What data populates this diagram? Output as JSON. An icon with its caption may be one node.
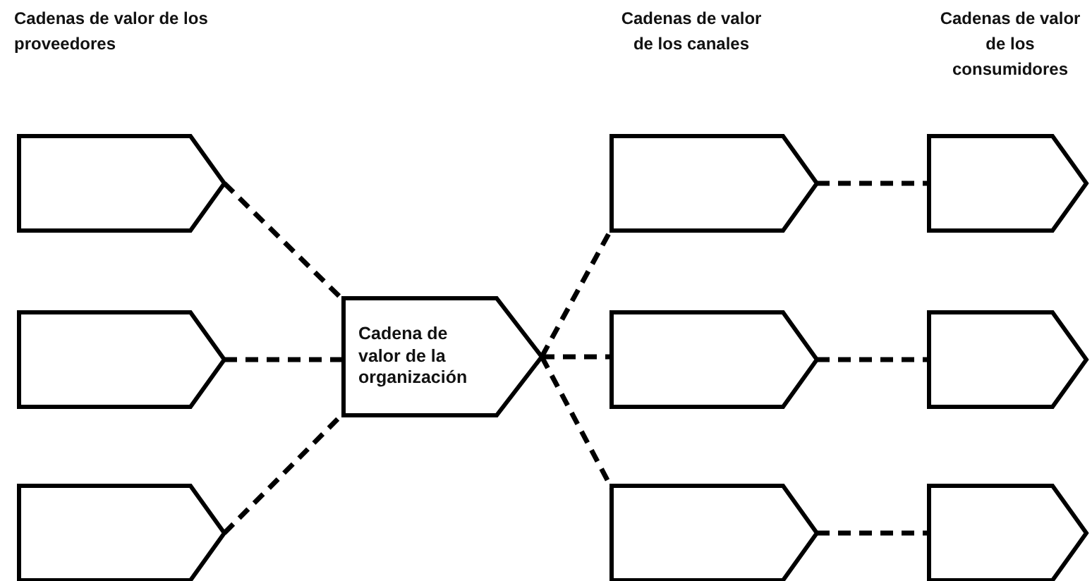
{
  "diagram": {
    "nodes": [
      {
        "text": [],
        "shape": "pentagon"
      },
      {
        "text": [],
        "shape": "pentagon"
      },
      {
        "text": [],
        "shape": "pentagon"
      },
      {
        "text": [
          "Cadena de valor de la organización"
        ]
      },
      {
        "text": [],
        "shape": "pentagon"
      },
      {
        "text": [],
        "shape": "pentagon"
      },
      {
        "text": [],
        "shape": "pentagon"
      },
      {
        "text": [],
        "shape": "pentagon"
      },
      {
        "text": [],
        "shape": "pentagon"
      },
      {
        "text": [],
        "shape": "pentagon"
      }
    ],
    "edges": [
      {
        "from": 0,
        "to": 3,
        "arrow": "none",
        "style": "dashed"
      },
      {
        "from": 1,
        "to": 3,
        "arrow": "none",
        "style": "dashed"
      },
      {
        "from": 2,
        "to": 3,
        "arrow": "none",
        "style": "dashed"
      },
      {
        "from": 3,
        "to": 4,
        "arrow": "none",
        "style": "dashed"
      },
      {
        "from": 3,
        "to": 5,
        "arrow": "none",
        "style": "dashed"
      },
      {
        "from": 3,
        "to": 6,
        "arrow": "none",
        "style": "dashed"
      },
      {
        "from": 4,
        "to": 7,
        "arrow": "none",
        "style": "dashed"
      },
      {
        "from": 5,
        "to": 8,
        "arrow": "none",
        "style": "dashed"
      },
      {
        "from": 6,
        "to": 9,
        "arrow": "none",
        "style": "dashed"
      }
    ],
    "labels": [
      "Cadenas de valor de los proveedores",
      "Cadenas de valor de los canales",
      "Cadenas de valor de los consumidores"
    ]
  }
}
